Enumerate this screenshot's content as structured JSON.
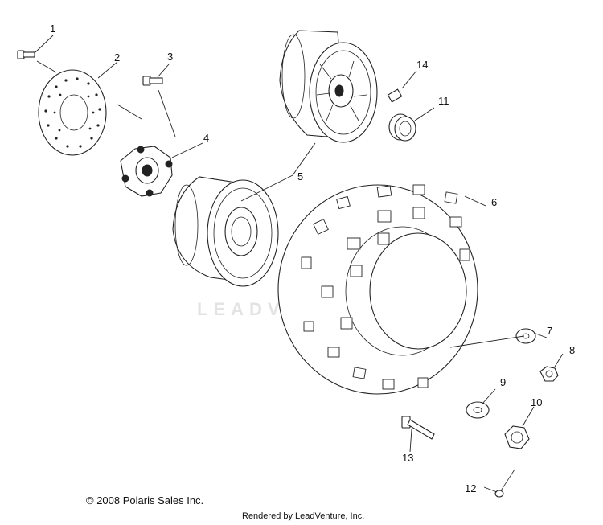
{
  "callouts": {
    "c1": "1",
    "c2": "2",
    "c3": "3",
    "c4": "4",
    "c5": "5",
    "c6": "6",
    "c7": "7",
    "c8": "8",
    "c9": "9",
    "c10": "10",
    "c11": "11",
    "c12": "12",
    "c13": "13",
    "c14": "14"
  },
  "footer": {
    "copyright": "© 2008 Polaris Sales Inc.",
    "rendered": "Rendered by LeadVenture, Inc."
  },
  "watermark": "LEADVENTURE"
}
